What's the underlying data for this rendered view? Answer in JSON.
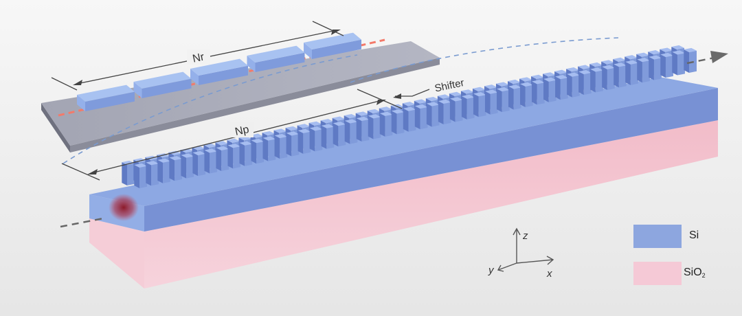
{
  "labels": {
    "nr": "Nr",
    "np": "Np",
    "shifter": "Shifter"
  },
  "axes": {
    "x": "x",
    "y": "y",
    "z": "z"
  },
  "legend": {
    "si": {
      "label": "Si",
      "color": "#8da6df"
    },
    "sio2": {
      "label": "SiO",
      "subscript": "2",
      "color": "#f5c9d6"
    }
  },
  "grating": {
    "teeth_count": 48
  },
  "inset": {
    "block_count": 5
  },
  "colors": {
    "si_top": "#8ea8e2",
    "si_front": "#7b96d6",
    "sio2": "#f1b9c6",
    "plate_top": "#a7a9b7",
    "plate_edge": "#7f8190",
    "mode_red": "#b0202e",
    "dash_blue": "#6e93c8",
    "beam_red": "#f37a6a"
  }
}
